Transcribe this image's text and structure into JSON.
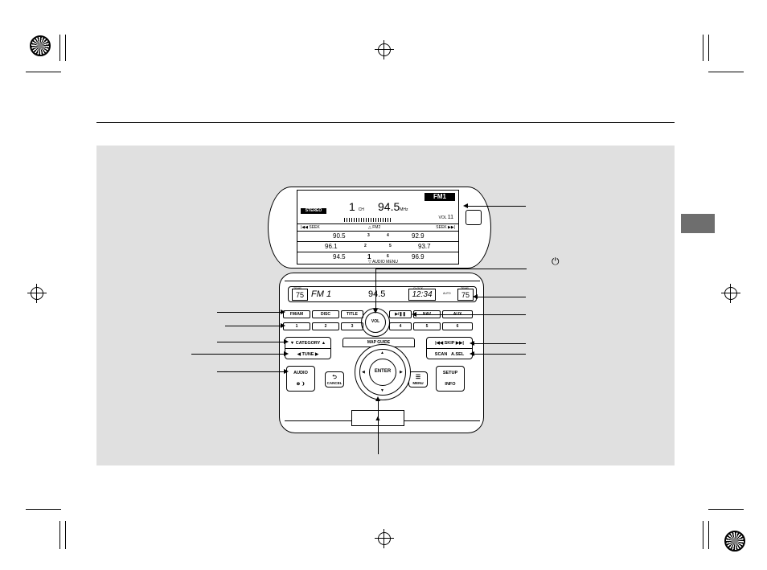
{
  "screen": {
    "band": "FM1",
    "stereo": "STEREO",
    "channel": "1",
    "channel_unit": "CH",
    "frequency": "94.5",
    "frequency_unit": "MHz",
    "vol_label": "VOL",
    "vol_value": "11",
    "seek_left": "|◀◀ SEEK",
    "seek_right": "SEEK ▶▶|",
    "fm2": "△ FM2",
    "presets": [
      {
        "num": "1",
        "freq": "94.5"
      },
      {
        "num": "2",
        "freq": "96.1"
      },
      {
        "num": "3",
        "freq": "90.5"
      },
      {
        "num": "4",
        "freq": "92.9"
      },
      {
        "num": "5",
        "freq": "93.7"
      },
      {
        "num": "6",
        "freq": "96.9"
      }
    ],
    "audio_menu": "▽ AUDIO MENU"
  },
  "unit_display": {
    "temp_label": "TEMP",
    "temp_left": "75",
    "band": "FM 1",
    "freq": "94.5",
    "clock_label": "CLOCK",
    "clock": "12:34",
    "auto_label": "AUTO",
    "temp_right": "75"
  },
  "buttons": {
    "fm_am": "FM/AM",
    "disc": "DISC",
    "title": "TITLE",
    "play_pause": "▶/❚❚",
    "nav": "NAV",
    "aux": "AUX",
    "presets": [
      "1",
      "2",
      "3",
      "4",
      "5",
      "6"
    ],
    "vol": "VOL",
    "category": "▼ CATEGORY ▲",
    "tune": "◀   TUNE   ▶",
    "skip": "|◀◀   SKIP   ▶▶|",
    "scan": "SCAN",
    "a_sel": "A.SEL",
    "map_guide": "MAP  GUIDE",
    "audio": "AUDIO",
    "audio_sub": "⊕ ❩",
    "cancel": "CANCEL",
    "menu": "MENU",
    "enter": "ENTER",
    "setup": "SETUP",
    "info": "INFO",
    "hazard": "▲"
  },
  "power_symbol": "⏻"
}
